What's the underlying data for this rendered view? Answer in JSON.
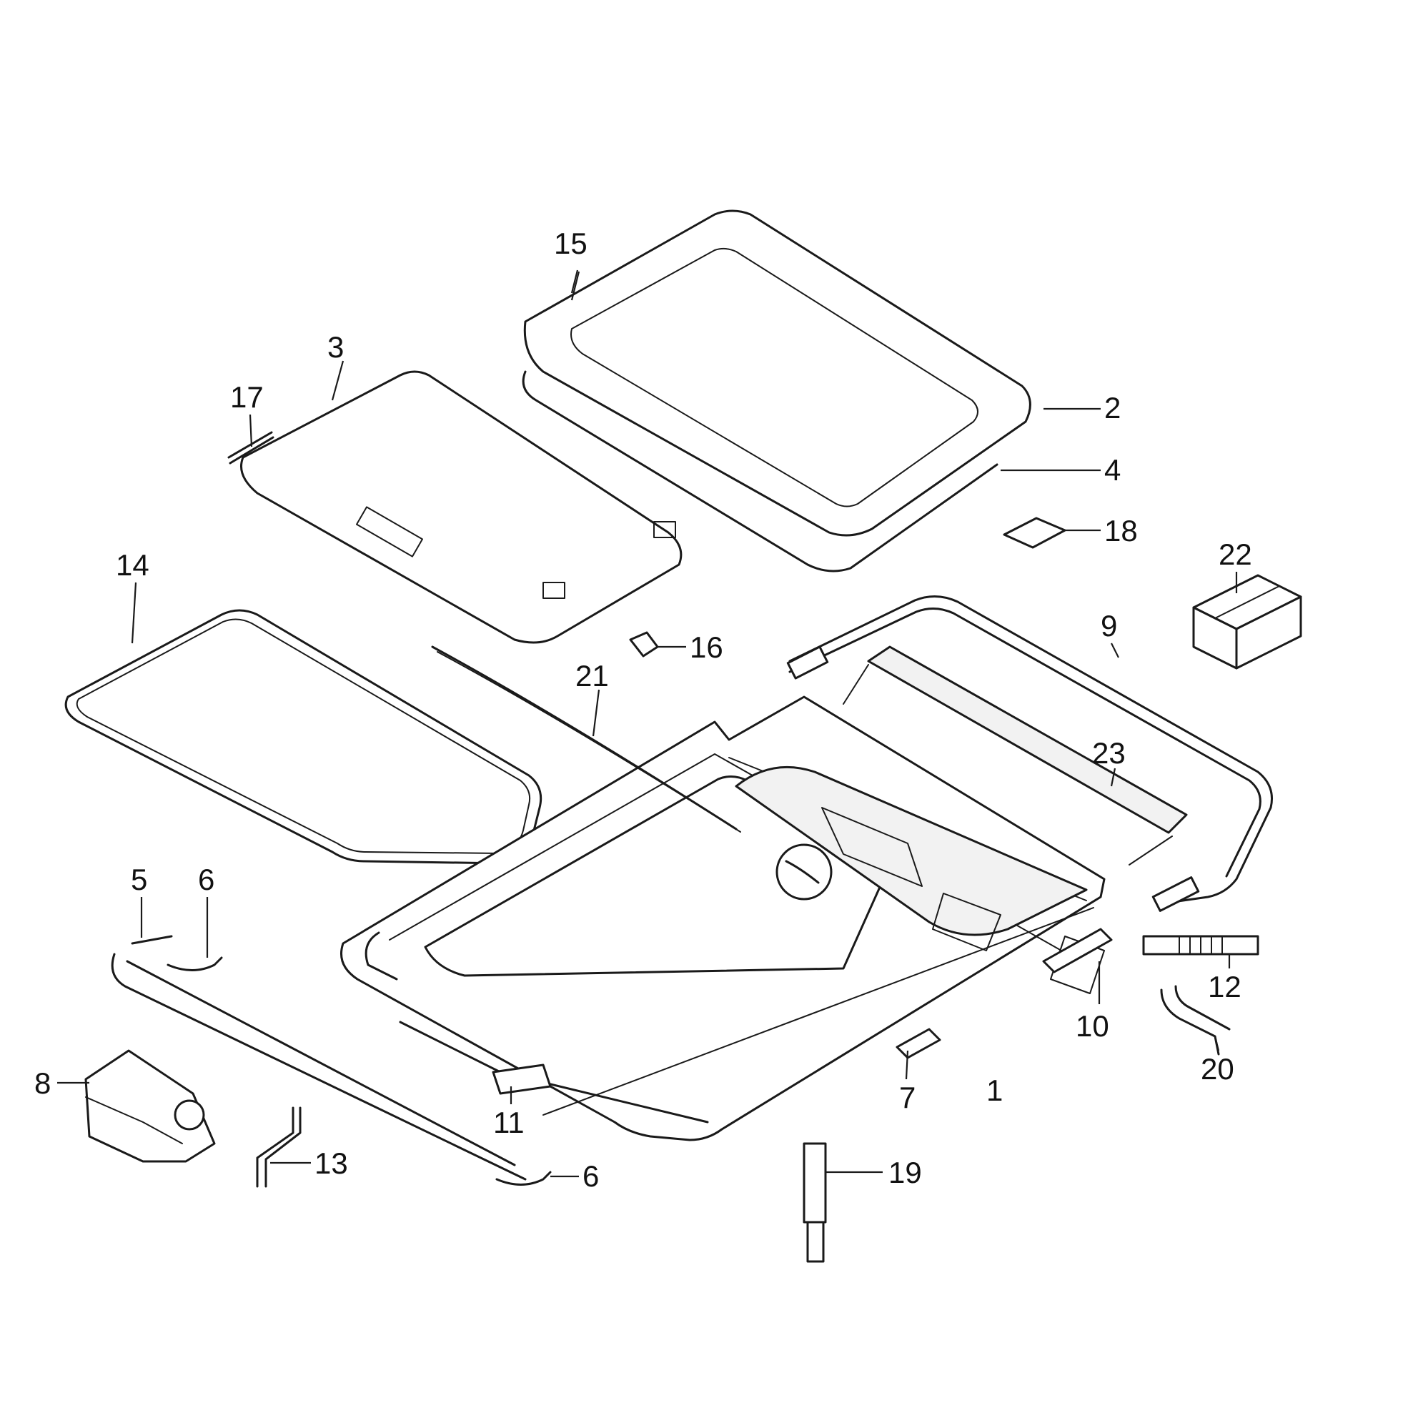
{
  "callouts": [
    {
      "id": "c1",
      "label": "1"
    },
    {
      "id": "c2",
      "label": "2"
    },
    {
      "id": "c3",
      "label": "3"
    },
    {
      "id": "c4",
      "label": "4"
    },
    {
      "id": "c5",
      "label": "5"
    },
    {
      "id": "c6a",
      "label": "6"
    },
    {
      "id": "c6b",
      "label": "6"
    },
    {
      "id": "c7",
      "label": "7"
    },
    {
      "id": "c8",
      "label": "8"
    },
    {
      "id": "c9",
      "label": "9"
    },
    {
      "id": "c10",
      "label": "10"
    },
    {
      "id": "c11",
      "label": "11"
    },
    {
      "id": "c12",
      "label": "12"
    },
    {
      "id": "c13",
      "label": "13"
    },
    {
      "id": "c14",
      "label": "14"
    },
    {
      "id": "c15",
      "label": "15"
    },
    {
      "id": "c16",
      "label": "16"
    },
    {
      "id": "c17",
      "label": "17"
    },
    {
      "id": "c18",
      "label": "18"
    },
    {
      "id": "c19",
      "label": "19"
    },
    {
      "id": "c20",
      "label": "20"
    },
    {
      "id": "c21",
      "label": "21"
    },
    {
      "id": "c22",
      "label": "22"
    },
    {
      "id": "c23",
      "label": "23"
    }
  ]
}
